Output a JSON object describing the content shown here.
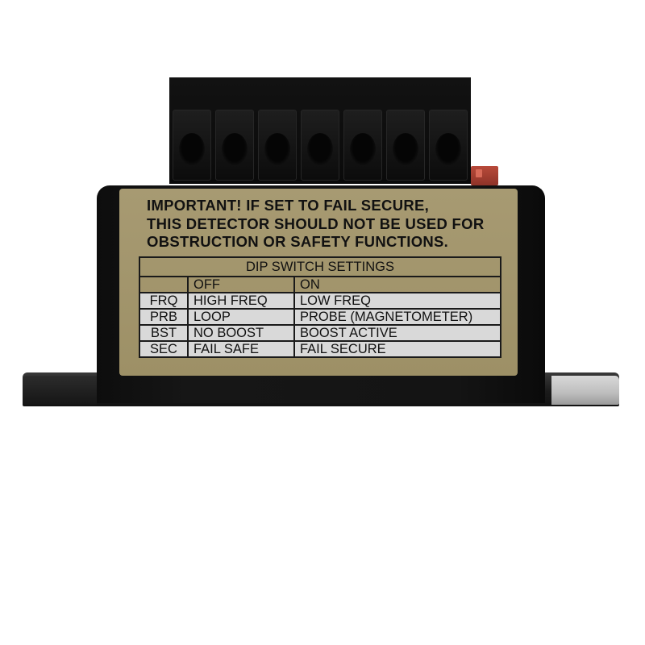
{
  "label": {
    "warning_lines": [
      "IMPORTANT!  IF SET TO FAIL SECURE,",
      "THIS DETECTOR SHOULD NOT BE USED FOR",
      "OBSTRUCTION OR SAFETY FUNCTIONS."
    ],
    "table_title": "DIP SWITCH SETTINGS",
    "column_headers": [
      "",
      "OFF",
      "ON"
    ],
    "rows": [
      {
        "code": "FRQ",
        "off": "HIGH FREQ",
        "on": "LOW FREQ"
      },
      {
        "code": "PRB",
        "off": "LOOP",
        "on": "PROBE (MAGNETOMETER)"
      },
      {
        "code": "BST",
        "off": "NO BOOST",
        "on": "BOOST ACTIVE"
      },
      {
        "code": "SEC",
        "off": "FAIL SAFE",
        "on": "FAIL SECURE"
      }
    ]
  },
  "colors": {
    "label_background": "#a79a72",
    "table_row_fill": "#d9d9d9",
    "housing": "#141414",
    "dip_switch": "#b84a3a"
  }
}
